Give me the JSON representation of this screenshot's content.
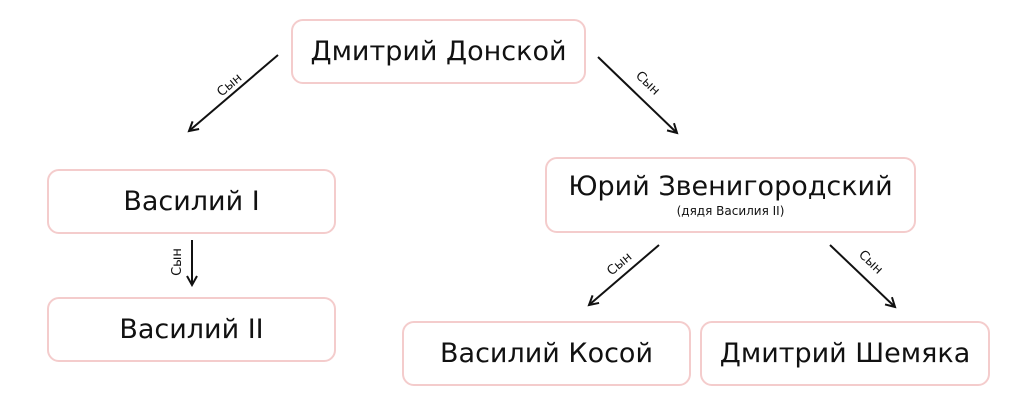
{
  "nodes": {
    "dmitry_donskoy": {
      "title": "Дмитрий Донской"
    },
    "vasily_1": {
      "title": "Василий I"
    },
    "vasily_2": {
      "title": "Василий II"
    },
    "yuri": {
      "title": "Юрий Звенигородский",
      "subtitle": "(дядя Василия II)"
    },
    "vasily_kosoy": {
      "title": "Василий Косой"
    },
    "dmitry_shemyaka": {
      "title": "Дмитрий Шемяка"
    }
  },
  "edges": {
    "donskoy_to_vasily1": "Сын",
    "donskoy_to_yuri": "Сын",
    "vasily1_to_vasily2": "Сын",
    "yuri_to_kosoy": "Сын",
    "yuri_to_shemyaka": "Сын"
  },
  "colors": {
    "box_border": "#f4cccc",
    "text": "#111111",
    "arrow": "#111111"
  }
}
